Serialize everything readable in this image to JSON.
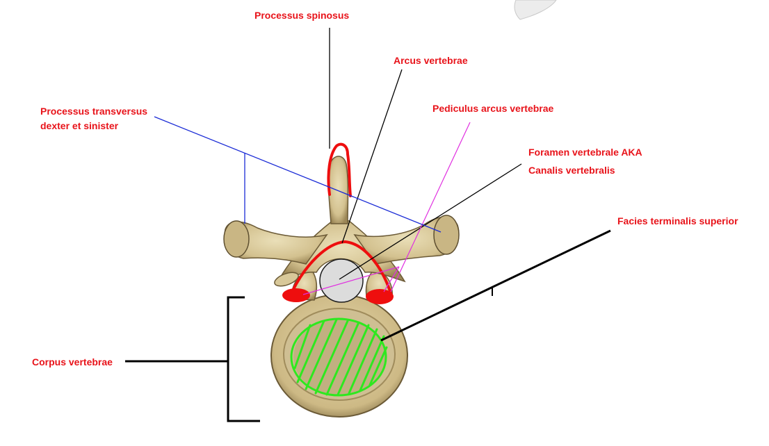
{
  "labels": {
    "processus_spinosus": "Processus spinosus",
    "arcus_vertebrae": "Arcus vertebrae",
    "processus_transversus_line1": "Processus transversus",
    "processus_transversus_line2": "dexter et sinister",
    "pediculus_arcus_vertebrae": "Pediculus arcus vertebrae",
    "foramen_vertebrale": "Foramen vertebrale AKA",
    "canalis_vertebralis": "Canalis vertebralis",
    "facies_terminalis_superior": "Facies terminalis superior",
    "corpus_vertebrae": "Corpus vertebrae"
  },
  "colors": {
    "label_text": "#e8131a",
    "bone_fill": "#d9c99c",
    "bone_shadow": "#8f7a4e",
    "bone_outline": "#5e4f30",
    "arch_outline": "#ee0e0e",
    "terminal_surface_hatch": "#2ee81f",
    "foramen_fill": "#dcdcdc",
    "transverse_leader": "#1a2bd6",
    "pedicle_leader": "#e02ee0",
    "leader_black": "#000000"
  }
}
